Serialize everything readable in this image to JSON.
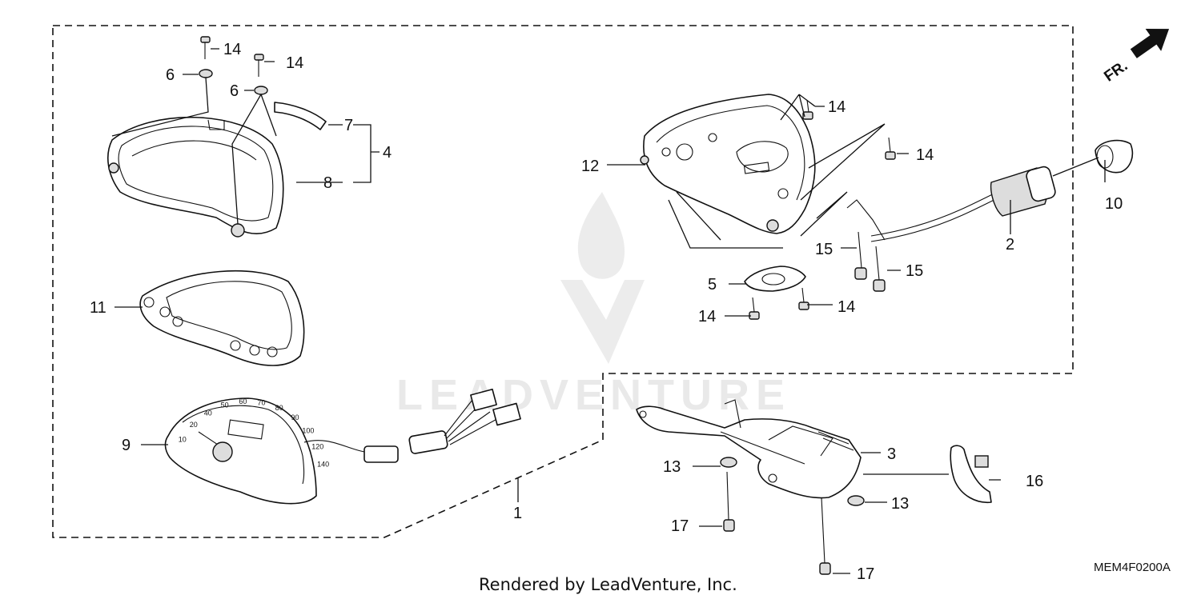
{
  "callouts": [
    {
      "id": "c14a",
      "text": "14"
    },
    {
      "id": "c14b",
      "text": "14"
    },
    {
      "id": "c6a",
      "text": "6"
    },
    {
      "id": "c6b",
      "text": "6"
    },
    {
      "id": "c7",
      "text": "7"
    },
    {
      "id": "c4",
      "text": "4"
    },
    {
      "id": "c8",
      "text": "8"
    },
    {
      "id": "c11",
      "text": "11"
    },
    {
      "id": "c9",
      "text": "9"
    },
    {
      "id": "c1",
      "text": "1"
    },
    {
      "id": "c12",
      "text": "12"
    },
    {
      "id": "c14c",
      "text": "14"
    },
    {
      "id": "c14d",
      "text": "14"
    },
    {
      "id": "c14e",
      "text": "14"
    },
    {
      "id": "c14f",
      "text": "14"
    },
    {
      "id": "c5",
      "text": "5"
    },
    {
      "id": "c15a",
      "text": "15"
    },
    {
      "id": "c15b",
      "text": "15"
    },
    {
      "id": "c2",
      "text": "2"
    },
    {
      "id": "c10",
      "text": "10"
    },
    {
      "id": "c3",
      "text": "3"
    },
    {
      "id": "c16",
      "text": "16"
    },
    {
      "id": "c13a",
      "text": "13"
    },
    {
      "id": "c13b",
      "text": "13"
    },
    {
      "id": "c17a",
      "text": "17"
    },
    {
      "id": "c17b",
      "text": "17"
    }
  ],
  "direction_label": "FR.",
  "diagram_code": "MEM4F0200A",
  "credit": "Rendered by LeadVenture, Inc.",
  "watermark": "LEADVENTURE",
  "gauge_scale": [
    "10",
    "20",
    "40",
    "50",
    "60",
    "70",
    "80",
    "90",
    "100",
    "120",
    "140"
  ]
}
